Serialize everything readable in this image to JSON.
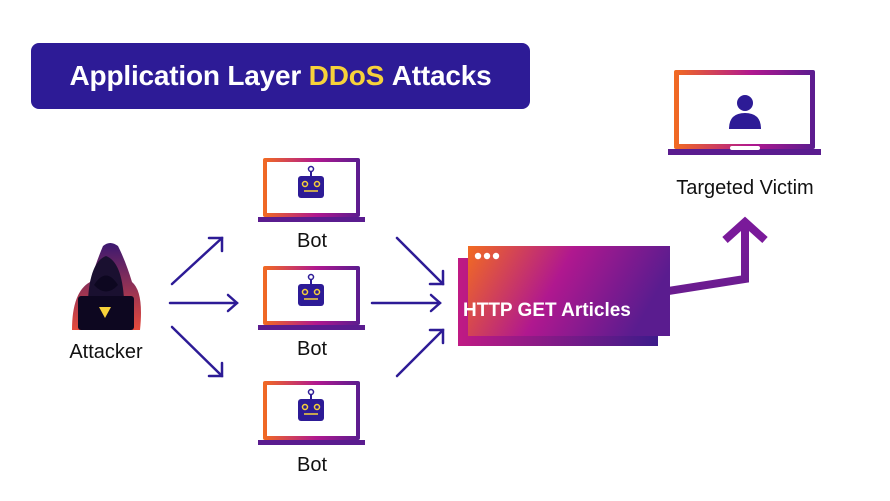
{
  "title": {
    "prefix": "Application Layer ",
    "highlight": "DDoS",
    "suffix": " Attacks"
  },
  "nodes": {
    "attacker": {
      "label": "Attacker",
      "icon": "hacker-icon"
    },
    "bots": [
      {
        "label": "Bot",
        "icon": "robot-icon"
      },
      {
        "label": "Bot",
        "icon": "robot-icon"
      },
      {
        "label": "Bot",
        "icon": "robot-icon"
      }
    ],
    "request": {
      "label": "HTTP GET Articles"
    },
    "victim": {
      "label": "Targeted Victim",
      "icon": "user-icon"
    }
  },
  "colors": {
    "navy": "#2d1b96",
    "highlight": "#f7d23a",
    "gradient_start": "#f26b21",
    "gradient_mid": "#b0188f",
    "gradient_end": "#4a1c8c",
    "arrow": "#2d1b96"
  }
}
